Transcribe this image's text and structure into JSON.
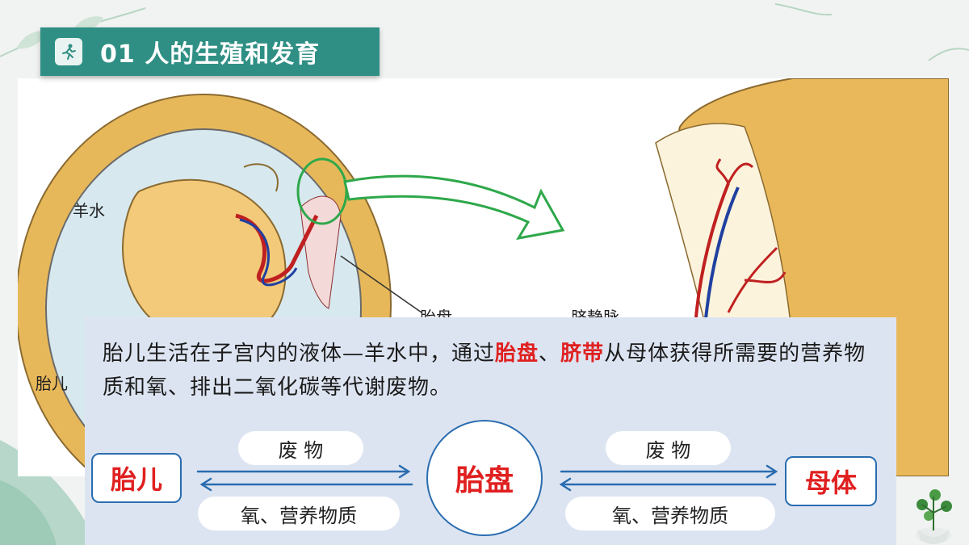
{
  "title": {
    "text": "01 人的生殖和发育",
    "icon": "runner-icon"
  },
  "illustration": {
    "labels": {
      "amniotic_fluid": "羊水",
      "fetus_partial": "胎儿",
      "placenta_partial": "胎盘",
      "umbilical_vein_partial": "脐静脉"
    }
  },
  "description": {
    "part1": "胎儿生活在子宫内的液体—羊水中，通过",
    "highlight1": "胎盘",
    "sep": "、",
    "highlight2": "脐带",
    "part2": "从母体获得所需要的营养物质和氧、排出二氧化碳等代谢废物。"
  },
  "diagram": {
    "fetus": "胎儿",
    "placenta": "胎盘",
    "mother": "母体",
    "left_top": "废 物",
    "left_bottom": "氧、营养物质",
    "right_top": "废 物",
    "right_bottom": "氧、营养物质"
  },
  "colors": {
    "accent": "#2f8f84",
    "highlight": "#e02020",
    "border": "#2a6db0",
    "panel": "#dde4f1"
  }
}
